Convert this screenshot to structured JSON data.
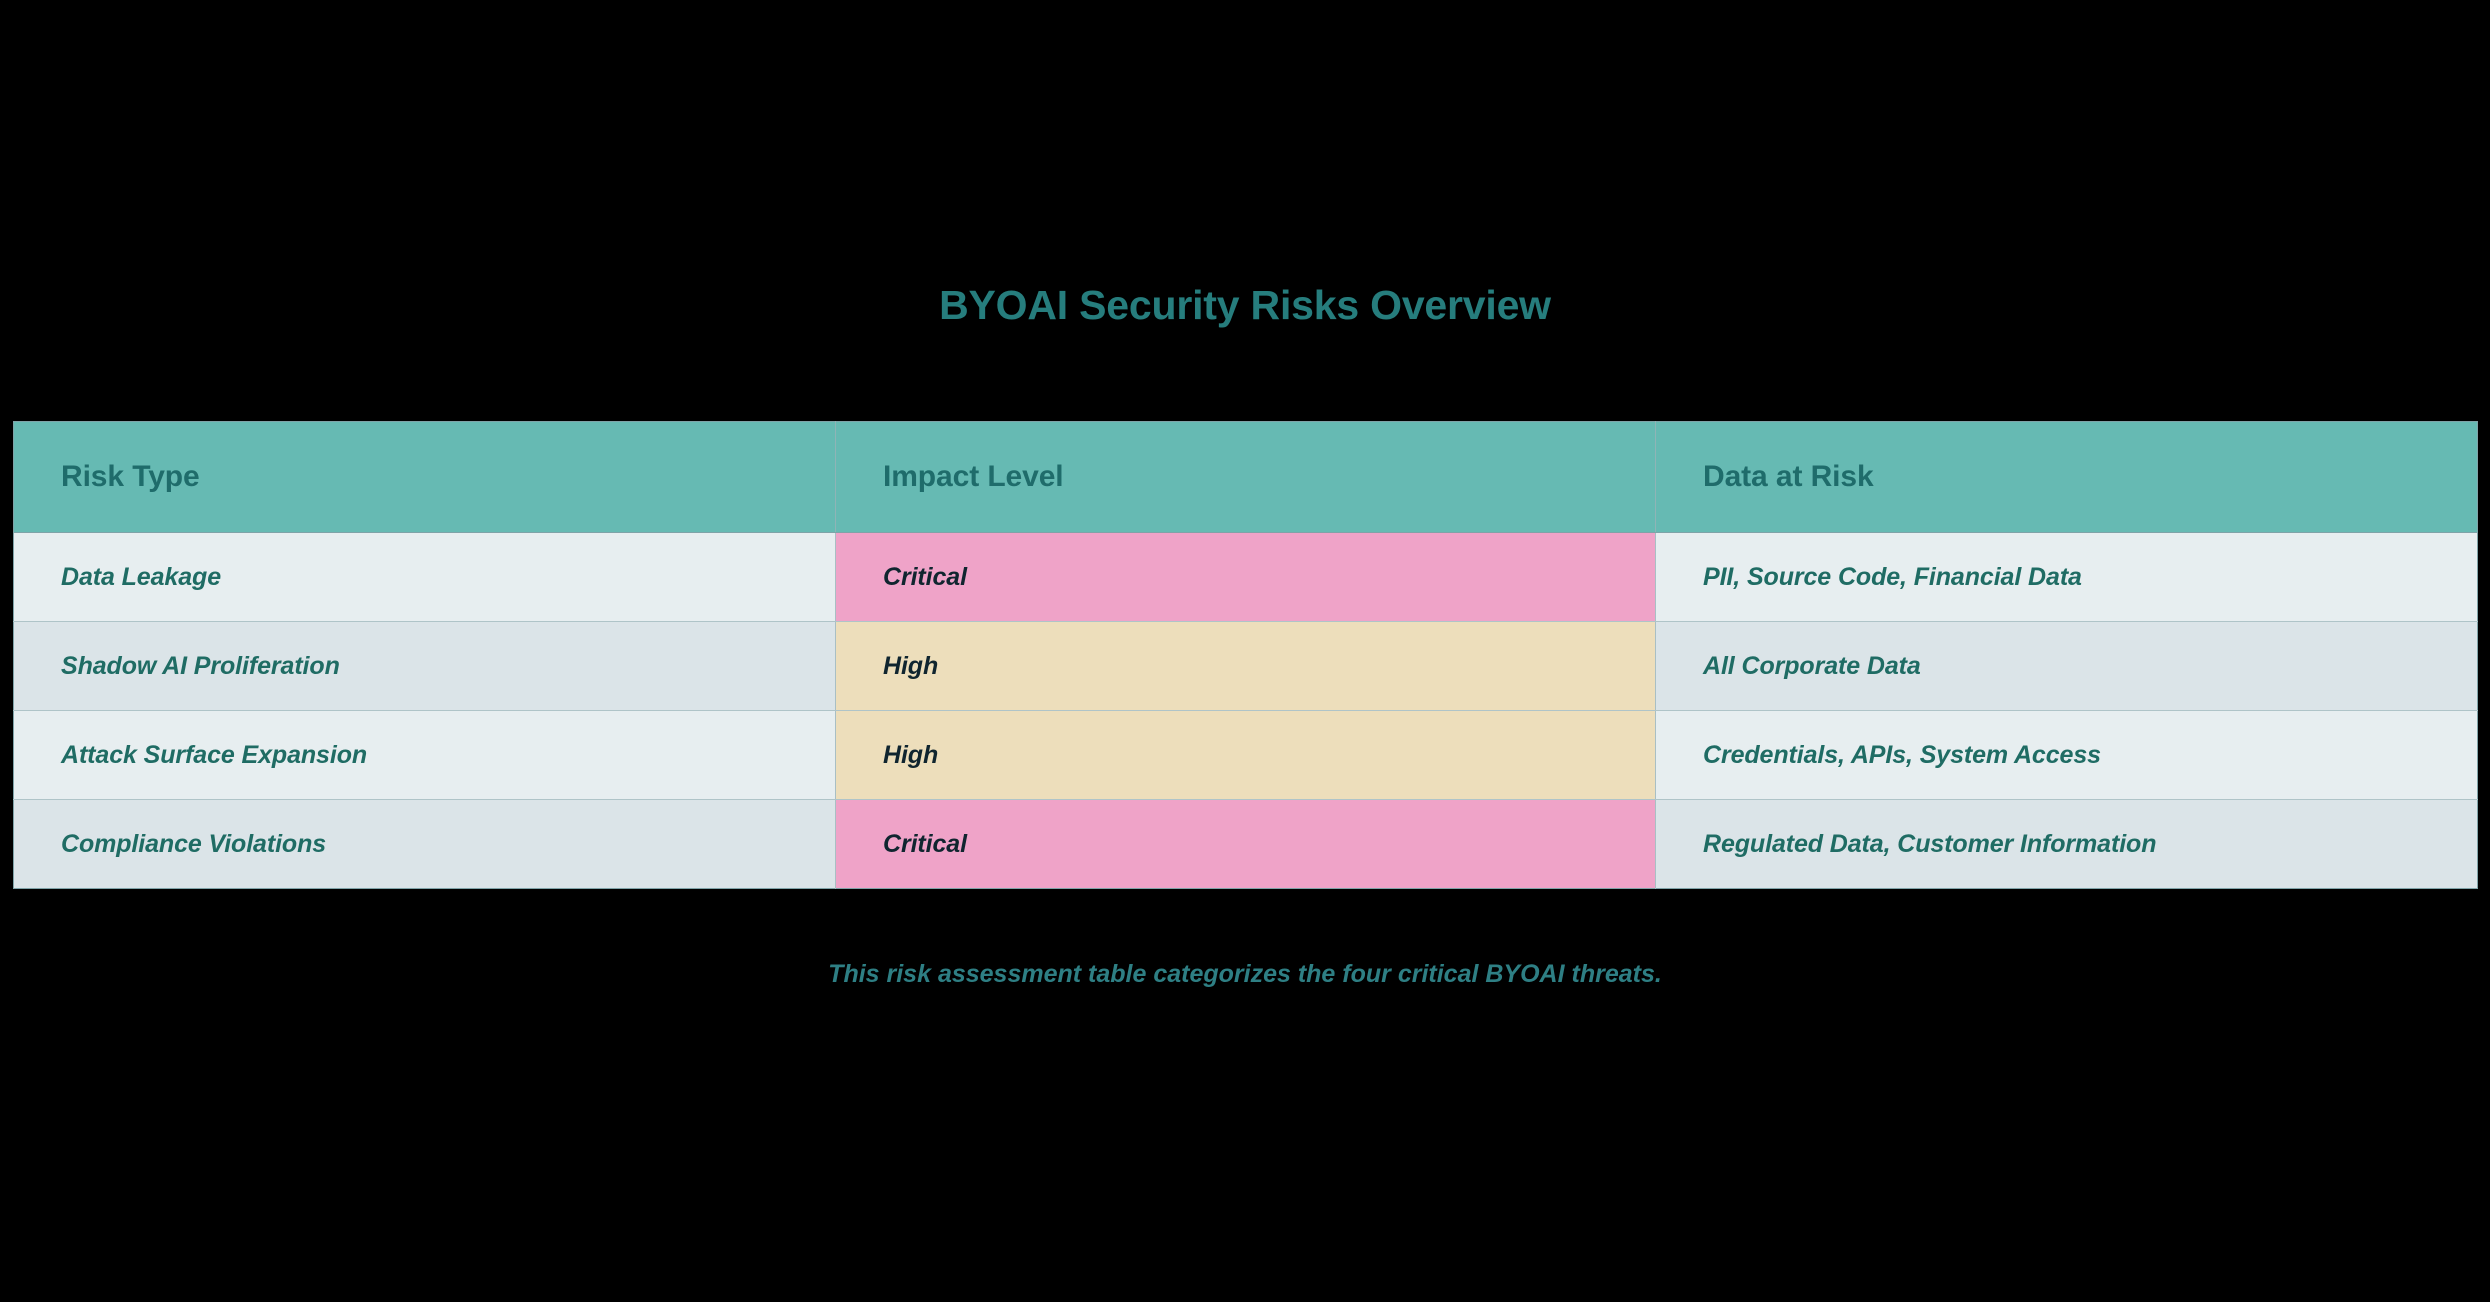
{
  "page": {
    "background_color": "#000000",
    "title": "BYOAI Security Risks Overview",
    "title_color": "#267D7D",
    "caption": "This risk assessment table categorizes the four critical BYOAI threats.",
    "caption_color": "#2E7F84"
  },
  "table": {
    "header_bg": "#66BAB3",
    "header_text_color": "#1F6C6B",
    "row_bg_odd": "#E7EEF0",
    "row_bg_even": "#DBE4E8",
    "body_text_color": "#1F6C64",
    "border_color": "#A9BFC4",
    "columns": [
      {
        "key": "risk_type",
        "label": "Risk Type"
      },
      {
        "key": "impact_level",
        "label": "Impact Level"
      },
      {
        "key": "data_at_risk",
        "label": "Data at Risk"
      }
    ],
    "impact_colors": {
      "Critical": "#EFA3C8",
      "High": "#EDDEBB",
      "text": "#10252F"
    },
    "rows": [
      {
        "risk_type": "Data Leakage",
        "impact_level": "Critical",
        "data_at_risk": "PII, Source Code, Financial Data"
      },
      {
        "risk_type": "Shadow AI Proliferation",
        "impact_level": "High",
        "data_at_risk": "All Corporate Data"
      },
      {
        "risk_type": "Attack Surface Expansion",
        "impact_level": "High",
        "data_at_risk": "Credentials, APIs, System Access"
      },
      {
        "risk_type": "Compliance Violations",
        "impact_level": "Critical",
        "data_at_risk": "Regulated Data, Customer Information"
      }
    ]
  },
  "chart_data": {
    "type": "table",
    "title": "BYOAI Security Risks Overview",
    "subtitle": "This risk assessment table categorizes the four critical BYOAI threats.",
    "columns": [
      "Risk Type",
      "Impact Level",
      "Data at Risk"
    ],
    "rows": [
      [
        "Data Leakage",
        "Critical",
        "PII, Source Code, Financial Data"
      ],
      [
        "Shadow AI Proliferation",
        "High",
        "All Corporate Data"
      ],
      [
        "Attack Surface Expansion",
        "High",
        "Credentials, APIs, System Access"
      ],
      [
        "Compliance Violations",
        "Critical",
        "Regulated Data, Customer Information"
      ]
    ]
  }
}
